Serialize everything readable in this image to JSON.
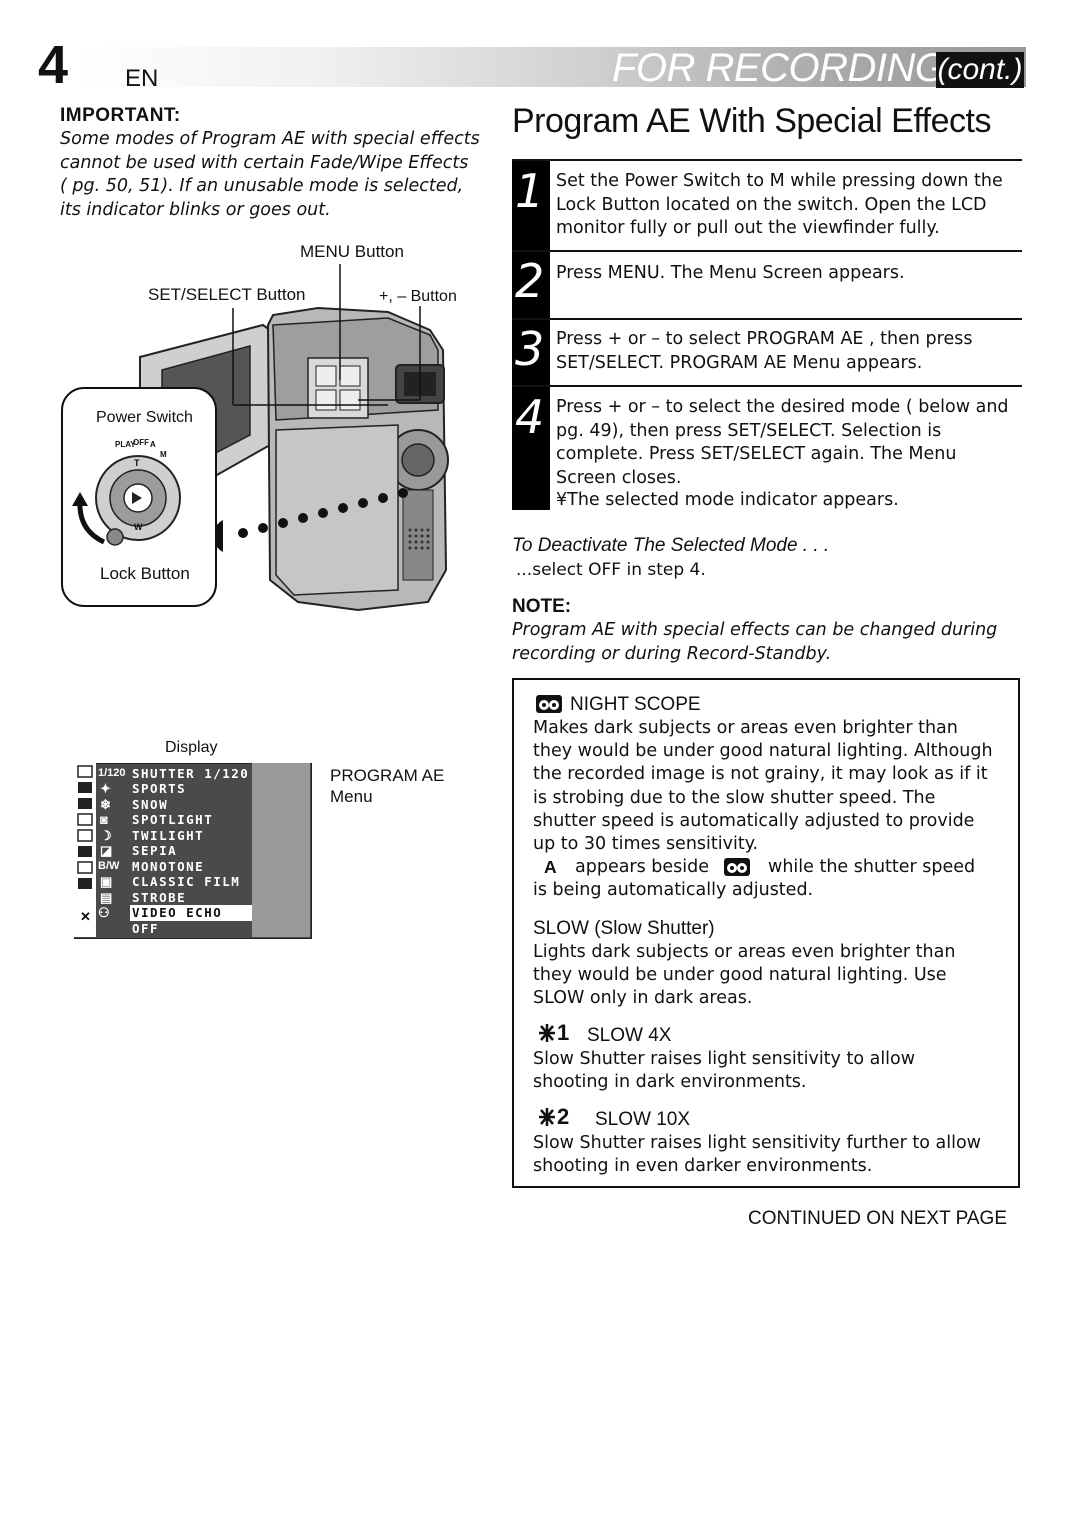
{
  "header": {
    "page_number": "4",
    "language": "EN",
    "section_title": "FOR RECORDING",
    "cont_label": "(cont.)"
  },
  "important": {
    "heading": "IMPORTANT:",
    "text": "Some modes of Program AE with special effects cannot be used with certain Fade/Wipe Effects ( pg. 50, 51). If an unusable mode is selected, its indicator blinks or goes out."
  },
  "diagram": {
    "labels": {
      "menu_button": "MENU Button",
      "set_select_button": "SET/SELECT Button",
      "plus_minus_button": "+, – Button",
      "power_switch": "Power Switch",
      "lock_button": "Lock Button",
      "display": "Display",
      "program_ae_menu_1": "PROGRAM AE",
      "program_ae_menu_2": "Menu"
    },
    "dial_labels": {
      "play": "PLAY",
      "off": "OFF",
      "a": "A",
      "m": "M",
      "t": "T",
      "w": "W"
    }
  },
  "menu_display": {
    "items": [
      {
        "icon": "1/120",
        "label": "SHUTTER 1/120"
      },
      {
        "icon": "sports-icon",
        "label": "SPORTS"
      },
      {
        "icon": "snow-icon",
        "label": "SNOW"
      },
      {
        "icon": "spotlight-icon",
        "label": "SPOTLIGHT"
      },
      {
        "icon": "twilight-icon",
        "label": "TWILIGHT"
      },
      {
        "icon": "sepia-icon",
        "label": "SEPIA"
      },
      {
        "icon": "B/W",
        "label": "MONOTONE"
      },
      {
        "icon": "classic-film-icon",
        "label": "CLASSIC FILM"
      },
      {
        "icon": "strobe-icon",
        "label": "STROBE"
      },
      {
        "icon": "video-echo-icon",
        "label": "VIDEO ECHO"
      },
      {
        "icon": "",
        "label": "OFF"
      }
    ],
    "selected_index": 9,
    "colors": {
      "panel": "#4a4a4a",
      "right": "#9a9a9a",
      "highlight": "#ffffff"
    }
  },
  "main": {
    "title": "Program AE With Special Effects",
    "steps": [
      {
        "number": "1",
        "text": "Set the Power Switch to M while pressing down the Lock Button located on the switch. Open the LCD monitor fully or pull out the viewfinder fully."
      },
      {
        "number": "2",
        "text": "Press MENU. The Menu Screen appears."
      },
      {
        "number": "3",
        "text": "Press + or – to select PROGRAM AE , then press SET/SELECT. PROGRAM AE Menu appears."
      },
      {
        "number": "4",
        "text": "Press + or – to select the desired mode ( below and pg. 49), then press SET/SELECT. Selection is complete. Press SET/SELECT again. The Menu Screen closes.",
        "bullet": "¥The selected mode indicator appears."
      }
    ],
    "deactivate": {
      "heading": "To Deactivate The Selected Mode . . .",
      "text": "...select OFF in step 4."
    },
    "note": {
      "heading": "NOTE:",
      "text": "Program AE with special effects can be changed during recording or during Record-Standby."
    }
  },
  "modes": [
    {
      "icon": "owl-icon",
      "title": "NIGHT SCOPE",
      "text": "Makes dark subjects or areas even brighter than they would be under good natural lighting. Although the recorded image is not grainy, it may look as if it is strobing due to the slow shutter speed. The shutter speed is automatically adjusted to provide up to 30 times sensitivity.",
      "extra_a": "A",
      "extra_text_1": "appears beside",
      "extra_text_2": "while the shutter speed",
      "extra_text_3": "is being automatically adjusted."
    },
    {
      "icon": "",
      "title": "SLOW (Slow Shutter)",
      "text": "Lights dark subjects or areas even brighter than they would be under good natural lighting. Use SLOW only in dark areas."
    },
    {
      "icon": "slow1-icon",
      "icon_num": "1",
      "title": "SLOW 4X",
      "text": "Slow Shutter raises light sensitivity to allow shooting in dark environments."
    },
    {
      "icon": "slow2-icon",
      "icon_num": "2",
      "title": "SLOW 10X",
      "text": "Slow Shutter raises light sensitivity further to allow shooting in even darker environments."
    }
  ],
  "footer": {
    "continued": "CONTINUED ON NEXT PAGE"
  }
}
